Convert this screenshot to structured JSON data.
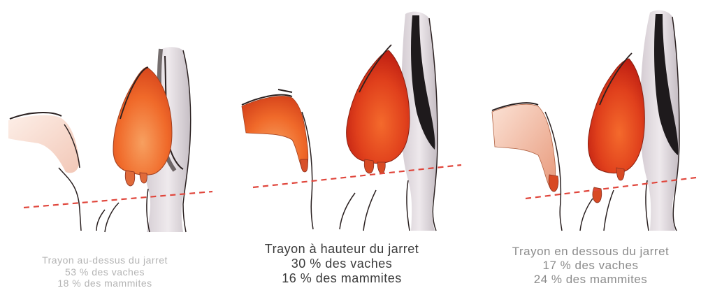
{
  "panels": [
    {
      "title": "Trayon au-dessus du jarret",
      "cows_pct": "53 % des vaches",
      "mastitis_pct": "18 % des mammites",
      "caption_color": "#b4b4b4"
    },
    {
      "title": "Trayon à hauteur du jarret",
      "cows_pct": "30 % des vaches",
      "mastitis_pct": "16 % des mammites",
      "caption_color": "#3a3a3a"
    },
    {
      "title": "Trayon en dessous du jarret",
      "cows_pct": "17 % des vaches",
      "mastitis_pct": "24 % des mammites",
      "caption_color": "#8c8c8c"
    }
  ],
  "colors": {
    "udder_dark": "#c81e14",
    "udder_mid": "#e8501e",
    "udder_light": "#f4a070",
    "hock_line": "#e0463c",
    "leg_fill": "#e4dde2",
    "leg_shadow": "#a9a1a8",
    "outline": "#2a2020",
    "skin_flap": "#f1c3b0"
  }
}
